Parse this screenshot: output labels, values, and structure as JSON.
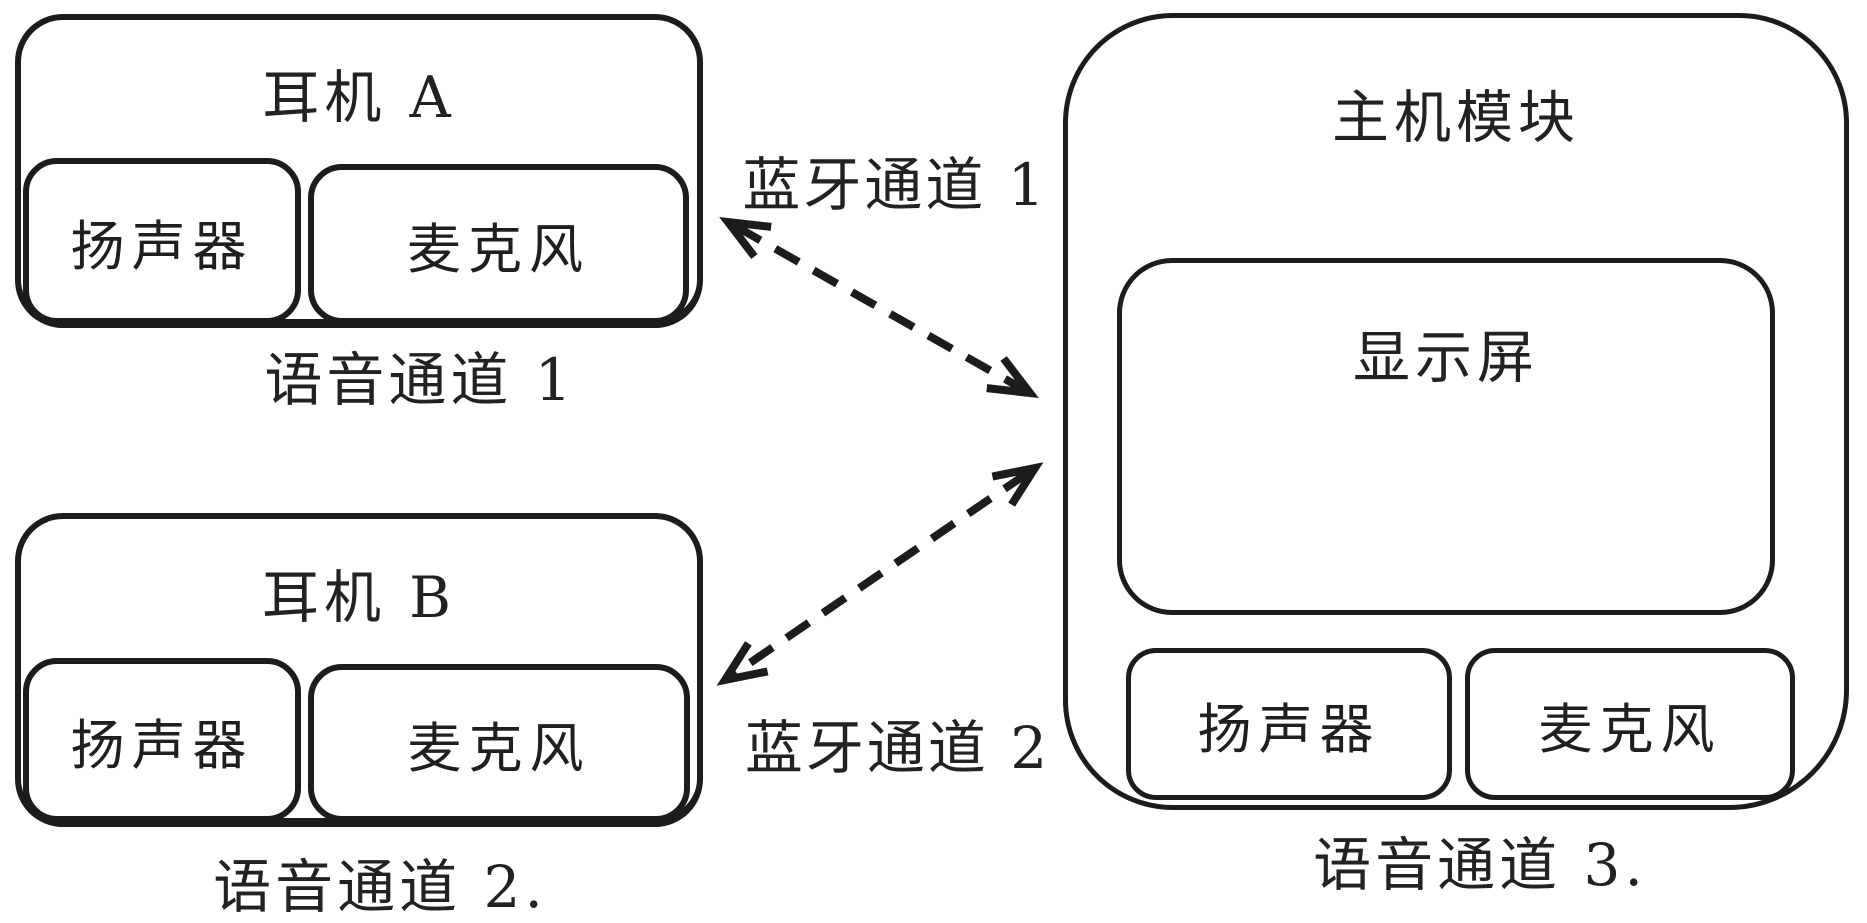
{
  "diagram": {
    "headphone_a": {
      "title": "耳机 A",
      "speaker_label": "扬声器",
      "mic_label": "麦克风",
      "voice_channel_label": "语音通道 1"
    },
    "headphone_b": {
      "title": "耳机 B",
      "speaker_label": "扬声器",
      "mic_label": "麦克风",
      "voice_channel_label": "语音通道 2."
    },
    "host_module": {
      "title": "主机模块",
      "display_label": "显示屏",
      "speaker_label": "扬声器",
      "mic_label": "麦克风",
      "voice_channel_label": "语音通道 3."
    },
    "bluetooth_channel_1_label": "蓝牙通道 1",
    "bluetooth_channel_2_label": "蓝牙通道 2",
    "colors": {
      "stroke": "#1c1c1c",
      "text": "#222222",
      "background": "#ffffff"
    }
  }
}
